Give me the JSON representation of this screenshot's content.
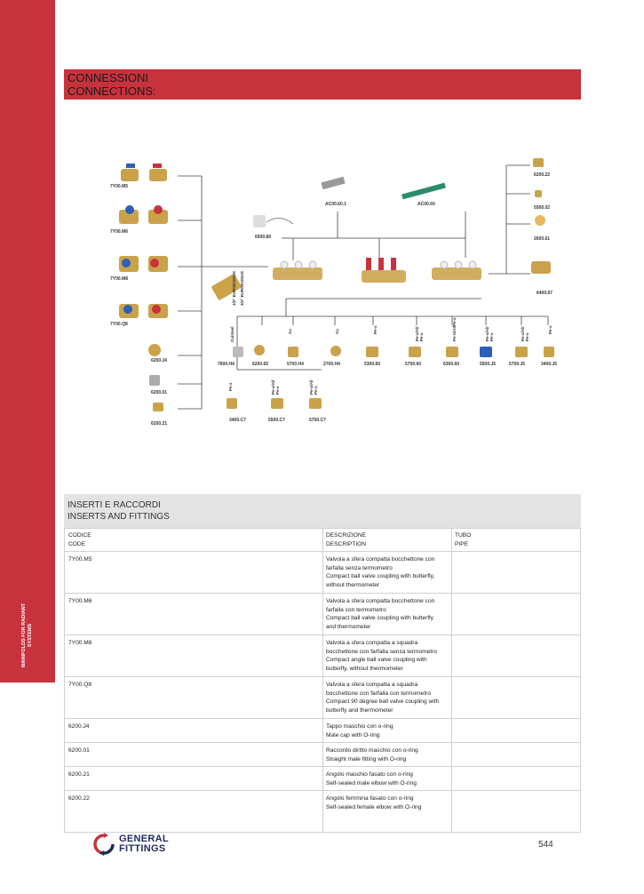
{
  "sidebar": {
    "label": "MANIFOLDS FOR RADIANT\nSYSTEMS"
  },
  "header": {
    "line1": "CONNESSIONI",
    "line2": "CONNECTIONS:"
  },
  "diagram": {
    "left_codes": [
      "7Y00.M5",
      "7Y00.M6",
      "7Y00.M8",
      "7Y00.Q8",
      "6200.J4",
      "6200.01",
      "6200.21"
    ],
    "top_codes": [
      "AC00.60.1",
      "AC00.60",
      "6500.89"
    ],
    "right_codes": [
      "6200.22",
      "5500.02",
      "2600.61",
      "6400.67"
    ],
    "bottom_codes": [
      "7600.H4",
      "6200.65",
      "5700.H4",
      "2700.H4",
      "5300.60",
      "5700.60",
      "6300.60",
      "5500.J5",
      "5700.J5",
      "3400.J5"
    ],
    "bottom_labels": [
      "Cu/steel",
      "",
      "Cu",
      "Cu",
      "Pe-x",
      "Pe-x/Al/\nPe-x",
      "Pe-X/Al/Pe-x",
      "Pe-x/Al/\nPe-x",
      "Pe-x/Al/\nPe-x",
      "Pe-x"
    ],
    "lower_codes": [
      "3400.C7",
      "5500.C7",
      "5700.C7"
    ],
    "lower_labels": [
      "Pe-x",
      "Pe-x/Al/\nPe-x",
      "Pe-x/Al/\nPe-x"
    ],
    "conn_labels": [
      "1/2\" EUROKONUS",
      "3/4\" EUROKONUS"
    ]
  },
  "table": {
    "title1": "INSERTI E RACCORDI",
    "title2": "INSERTS AND FITTINGS",
    "headers": {
      "code_it": "CODICE",
      "code_en": "CODE",
      "desc_it": "DESCRIZIONE",
      "desc_en": "DESCRIPTION",
      "pipe_it": "TUBO",
      "pipe_en": "PIPE"
    },
    "rows": [
      {
        "code": "7Y00.M5",
        "desc": [
          "Valvola a sfera compatta bocchettone con",
          "farfalla senza termometro",
          "Compact ball valve coupling with butterfly,",
          "without thermometer"
        ]
      },
      {
        "code": "7Y00.M6",
        "desc": [
          "Valvola a sfera compatta bocchettone con",
          "farfalla con termometro",
          "Compact ball valve coupling with butterfly",
          "and thermometer"
        ]
      },
      {
        "code": "7Y00.M8",
        "desc": [
          "Valvola a sfera compatta a squadra",
          "bocchettone con farfalla senza termometro",
          "Compact angle ball valve coupling with",
          "butterfly, without thermometer"
        ]
      },
      {
        "code": "7Y00.Q8",
        "desc": [
          "Valvola a sfera compatta a squadra",
          "bocchettone con farfalla con termometro",
          "Compact 90 degree ball valve coupling with",
          "butterfly and thermometer"
        ]
      },
      {
        "code": "6200.J4",
        "desc": [
          "Tappo maschio con o-ring",
          "Male cap with O-ring"
        ]
      },
      {
        "code": "6200.01",
        "desc": [
          "Raccordo diritto maschio con o-ring",
          "Straight male fitting with O-ring"
        ]
      },
      {
        "code": "6200.21",
        "desc": [
          "Angolo maschio fasato con o-ring",
          "Self-sealed male elbow with O-ring"
        ]
      },
      {
        "code": "6200.22",
        "desc": [
          "Angolo femmina fasato con o-ring",
          "Self-sealed female elbow with O-ring"
        ]
      }
    ]
  },
  "footer": {
    "logo_line1": "GENERAL",
    "logo_line2": "FITTINGS",
    "page": "544"
  },
  "colors": {
    "brand_red": "#c8323c",
    "navy": "#1e2a5a"
  }
}
